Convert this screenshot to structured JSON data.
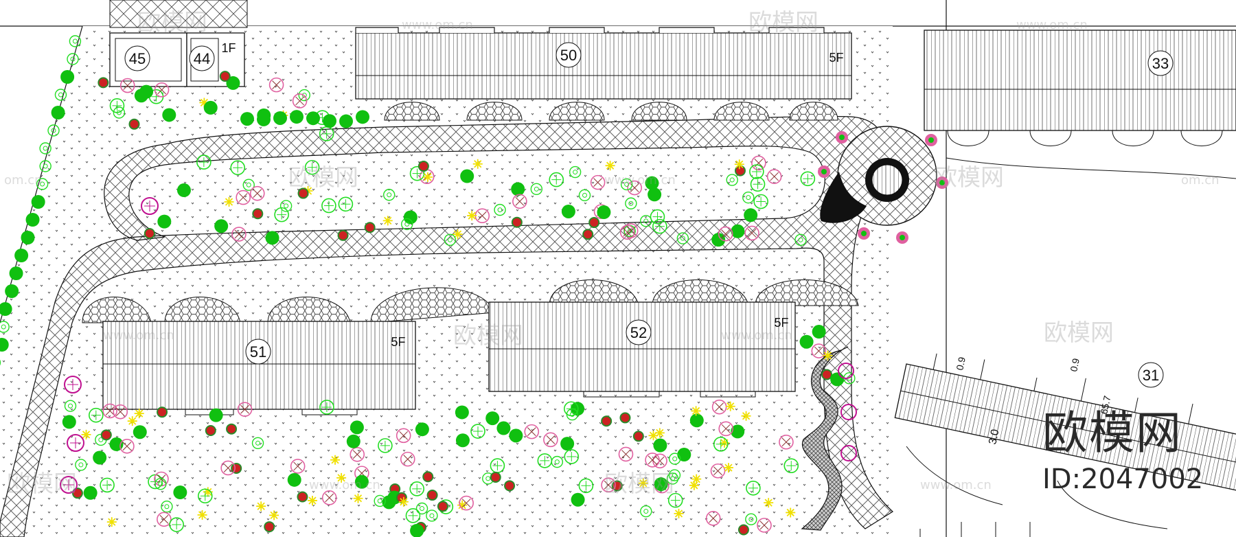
{
  "plan": {
    "buildings": [
      {
        "id": "b45",
        "number": "45",
        "floors": ""
      },
      {
        "id": "b44",
        "number": "44",
        "floors": "1F"
      },
      {
        "id": "b50",
        "number": "50",
        "floors": "5F"
      },
      {
        "id": "b33",
        "number": "33",
        "floors": ""
      },
      {
        "id": "b51",
        "number": "51",
        "floors": "5F"
      },
      {
        "id": "b52",
        "number": "52",
        "floors": "5F"
      },
      {
        "id": "b31",
        "number": "31",
        "floors": ""
      }
    ],
    "dimension_labels": [
      "3.0",
      "0.9",
      "0.9",
      "65.7"
    ]
  },
  "watermarks": {
    "brand": "欧模网",
    "url": "www.om.cn",
    "edge": "om.cn",
    "id_label": "ID:2047002"
  },
  "colors": {
    "line": "#111111",
    "shrub_green": "#22dd22",
    "tree_green": "#10c010",
    "flower_red": "#cc2222",
    "flower_pink": "#e060a0",
    "flower_magenta": "#c01090",
    "flower_yellow": "#f0e000",
    "ornamental_dark": "#1a6a4a"
  },
  "legend_icons": [
    "tree-icon",
    "shrub-icon",
    "flower-icon",
    "star-flower-icon",
    "sculpture-icon"
  ]
}
